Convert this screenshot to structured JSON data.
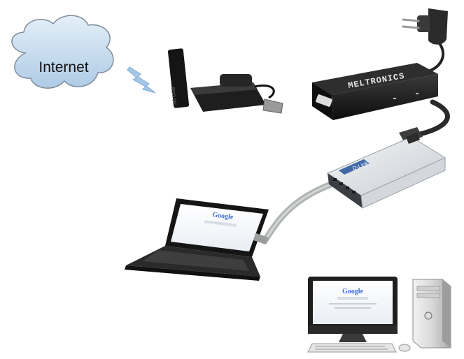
{
  "cloud": {
    "label": "Internet"
  },
  "router": {
    "brand": "MELTRONICS"
  },
  "switch": {
    "brand": "D-Link"
  },
  "screens": {
    "search_logo": "Google"
  },
  "colors": {
    "cloud_fill": "#c9dff0",
    "cloud_stroke": "#7f8c99",
    "signal": "#9fc3e6",
    "device_dark": "#1c1c1c",
    "switch_body": "#e9ecef",
    "switch_stripe": "#3e68a6",
    "cable": "#b0b3b3"
  },
  "icons": [
    "cloud-icon",
    "wireless-signal-icon",
    "power-adapter-icon",
    "usb-modem-icon",
    "router-icon",
    "switch-icon",
    "laptop-icon",
    "desktop-computer-icon"
  ]
}
